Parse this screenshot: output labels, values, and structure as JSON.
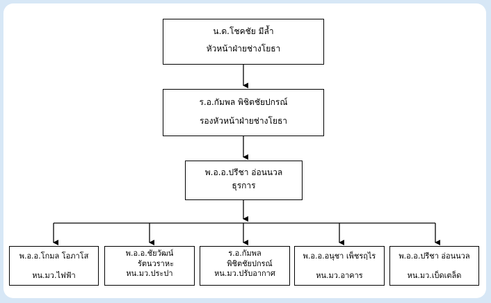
{
  "chart": {
    "level1": {
      "line1": "น.ด.โชคชัย  มีล้ำ",
      "line2": "หัวหน้าฝ่ายช่างโยธา"
    },
    "level2": {
      "line1": "ร.อ.กัมพล  พิชิตชัยปกรณ์",
      "line2": "รองหัวหน้าฝ่ายช่างโยธา"
    },
    "level3": {
      "line1": "พ.อ.อ.ปรีชา อ่อนนวล",
      "line2": "ธุรการ"
    },
    "units": [
      {
        "line1": "พ.อ.อ.โกมล  โอภาโส",
        "line2": "",
        "line3": "หน.มว.ไฟฟ้า"
      },
      {
        "line1": "พ.อ.อ.ชัยวัฒน์",
        "line2": "รัตนวราหะ",
        "line3": "หน.มว.ประปา"
      },
      {
        "line1": "ร.อ.กัมพล",
        "line2": "พิชิตชัยปกรณ์",
        "line3": "หน.มว.ปรับอากาศ"
      },
      {
        "line1": "พ.อ.อ.อนุชา  เพ็ชรฤไร",
        "line2": "",
        "line3": "หน.มว.อาคาร"
      },
      {
        "line1": "พ.อ.อ.ปรีชา  อ่อนนวล",
        "line2": "",
        "line3": "หน.มว.เบ็ดเตล็ด"
      }
    ]
  }
}
